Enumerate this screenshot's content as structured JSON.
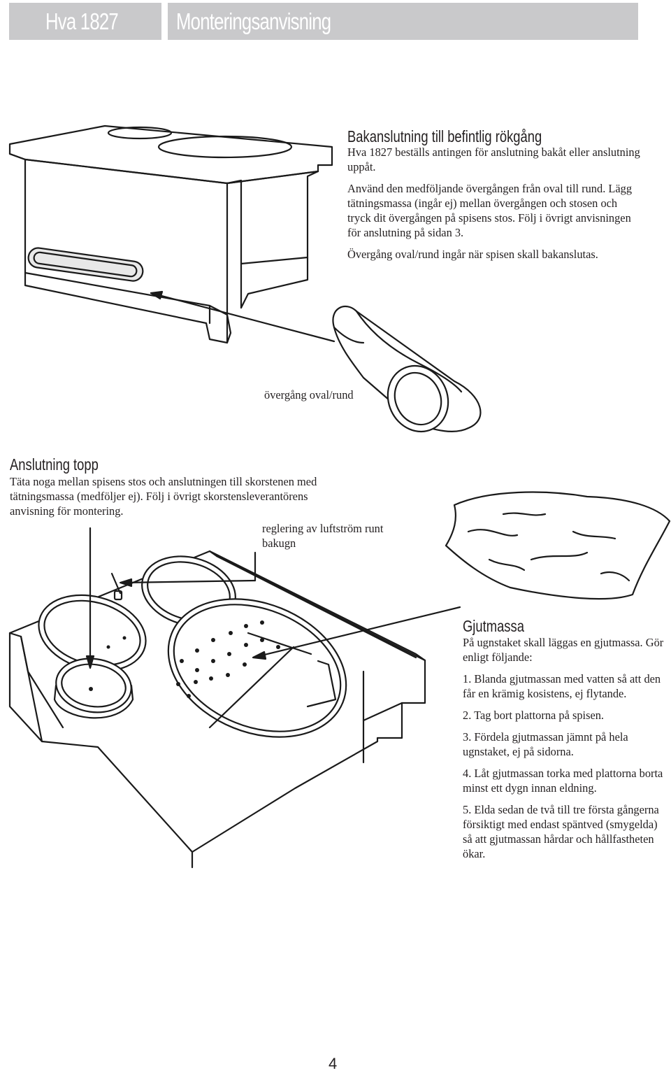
{
  "header": {
    "product": "Hva 1827",
    "title": "Monteringsanvisning"
  },
  "bakanslutning": {
    "heading": "Bakanslutning till befintlig rökgång",
    "paragraphs": [
      "Hva 1827 beställs antingen för anslutning bakåt eller anslutning uppåt.",
      "Använd den medföljande övergången från oval till rund. Lägg tätningsmassa (ingår ej) mellan övergången och stosen och tryck dit övergången på spisens stos. Följ i övrigt anvisningen för anslutning på sidan 3.",
      "Övergång oval/rund ingår när spisen skall bakanslutas."
    ],
    "figure_label": "övergång oval/rund"
  },
  "anslutning_topp": {
    "heading": "Anslutning topp",
    "paragraph": "Täta noga mellan spisens stos och anslutningen till skorstenen med tätningsmassa (medföljer ej). Följ i övrigt skorstensleve­rantörens anvisning för montering.",
    "figure_label": "reglering av luftström runt bakugn"
  },
  "gjutmassa": {
    "heading": "Gjutmassa",
    "paragraphs": [
      "På ugnstaket skall läggas en gjutmas­sa. Gör enligt följande:",
      "1. Blanda gjutmassan med vatten så att den får en krämig kosistens, ej flytande.",
      "2. Tag bort plattorna på spisen.",
      "3. Fördela gjutmassan jämnt på hela ugnstaket, ej på sidorna.",
      "4. Låt gjutmassan torka med plattorna borta minst ett dygn innan eldning.",
      "5. Elda sedan de två till tre första gångerna försiktigt med endast spänt­ved (smygelda) så att gjutmassan hår­dar och hållfastheten ökar."
    ]
  },
  "page_number": "4"
}
